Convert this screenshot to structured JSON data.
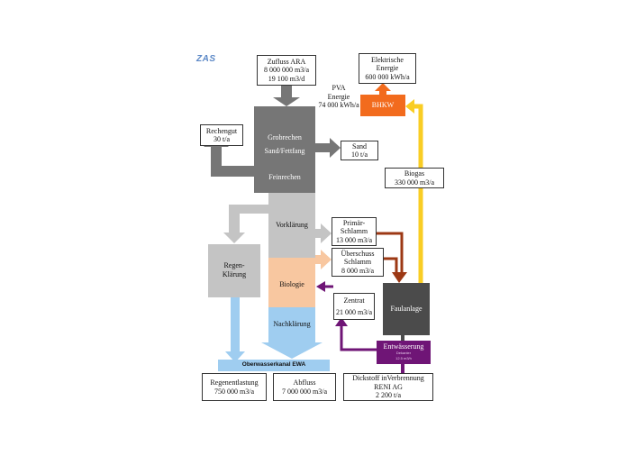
{
  "logo": "ZAS",
  "inflow": {
    "title": "Zufluss ARA",
    "line1": "8 000 000 m3/a",
    "line2": "19 100 m3/d"
  },
  "electric": {
    "title1": "Elektrische",
    "title2": "Energie",
    "value": "600 000 kWh/a"
  },
  "pva": {
    "line1": "PVA",
    "line2": "Energie",
    "line3": "74 000 kWh/a"
  },
  "bhkw": {
    "label": "BHKW"
  },
  "rechengut": {
    "title": "Rechengut",
    "value": "30 t/a"
  },
  "pretreatment": {
    "grobrechen": "Grobrechen",
    "sandfang": "Sand/Fettfang",
    "feinrechen": "Feinrechen"
  },
  "sand": {
    "title": "Sand",
    "value": "10 t/a"
  },
  "biogas": {
    "title": "Biogas",
    "value": "330 000 m3/a"
  },
  "vorklaerung": "Vorklärung",
  "primaer": {
    "line1": "Primär-",
    "line2": "Schlamm",
    "value": "13 000 m3/a"
  },
  "ueberschuss": {
    "line1": "Überschuss",
    "line2": "Schlamm",
    "value": "8 000 m3/a"
  },
  "regen": {
    "line1": "Regen-",
    "line2": "Klärung"
  },
  "biologie": "Biologie",
  "zentrat": {
    "title": "Zentrat",
    "value": "21 000 m3/a"
  },
  "faulanlage": "Faulanlage",
  "nachklaerung": "Nachklärung",
  "entwaesserung": {
    "title": "Entwässerung",
    "sub1": "Dekanter",
    "sub2": "12.5 m3/h"
  },
  "oberwasserkanal": "Oberwasserkanal EWA",
  "regenentlastung": {
    "title": "Regenentlastung",
    "value": "750 000 m3/a"
  },
  "abfluss": {
    "title": "Abfluss",
    "value": "7 000 000 m3/a"
  },
  "dickstoff": {
    "line1": "Dickstoff inVerbrennung",
    "line2": "RENI AG",
    "value": "2 200 t/a"
  },
  "colors": {
    "grey_dark": "#767676",
    "grey_light": "#c4c4c4",
    "peach": "#f8c7a0",
    "blue": "#9fcdf0",
    "orange": "#f26b1d",
    "yellow": "#f9cd24",
    "brown": "#9c3814",
    "purple": "#6f1576",
    "dark_box": "#4b4b4b"
  }
}
